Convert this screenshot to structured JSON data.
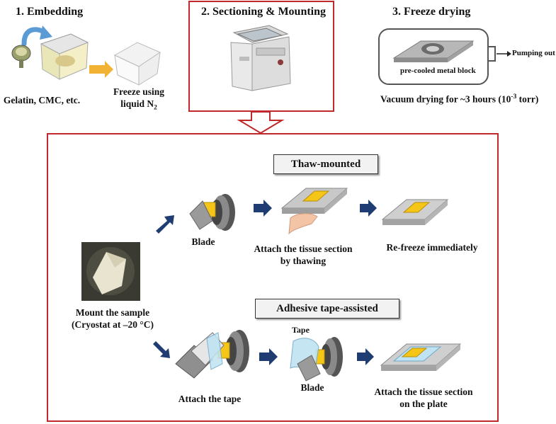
{
  "steps": {
    "embedding_title": "1. Embedding",
    "sectioning_title": "2. Sectioning & Mounting",
    "freeze_drying_title": "3. Freeze drying"
  },
  "embedding": {
    "materials_label": "Gelatin, CMC, etc.",
    "freeze_label_line1": "Freeze using",
    "freeze_label_line2": "liquid N",
    "freeze_label_sub": "2"
  },
  "freeze_drying": {
    "block_label": "pre-cooled metal block",
    "pumping_label": "Pumping out",
    "vacuum_prefix": "Vacuum drying for ~3 hours (10",
    "vacuum_exp": "-3",
    "vacuum_suffix": " torr)"
  },
  "detail": {
    "mount_line1": "Mount the sample",
    "mount_line2": "(Cryostat at –20 °C)",
    "thaw": {
      "title": "Thaw-mounted",
      "blade_label": "Blade",
      "attach_line1": "Attach the tissue section",
      "attach_line2": "by thawing",
      "refreeze_label": "Re-freeze immediately"
    },
    "tape": {
      "title": "Adhesive tape-assisted",
      "attach_tape_label": "Attach the tape",
      "tape_label": "Tape",
      "blade_label": "Blade",
      "attach_line1": "Attach the tissue section",
      "attach_line2": "on the plate"
    }
  },
  "colors": {
    "frame_red": "#c0282b",
    "arrow_navy": "#1f3d73",
    "arrow_orange": "#f2b233",
    "arrow_blue": "#5b9bd5",
    "tissue_yellow": "#f5c518"
  }
}
